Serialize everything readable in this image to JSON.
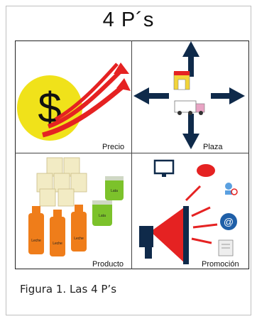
{
  "title": "4 P´s",
  "quadrants": {
    "precio": {
      "label": "Precio",
      "icon": "dollar-coin"
    },
    "plaza": {
      "label": "Plaza",
      "icon": "four-arrows-truck"
    },
    "producto": {
      "label": "Producto",
      "product_text": "Leche",
      "can_text": "Lata"
    },
    "promocion": {
      "label": "Promoción",
      "icon": "megaphone"
    }
  },
  "caption": "Figura 1. Las 4 P’s",
  "colors": {
    "coin": "#f0e21a",
    "red": "#e52222",
    "navy": "#0f2a4a",
    "orange": "#ef7d1a",
    "green": "#7cc22b",
    "cream": "#f2ebc4",
    "blue": "#2b6cc2"
  }
}
